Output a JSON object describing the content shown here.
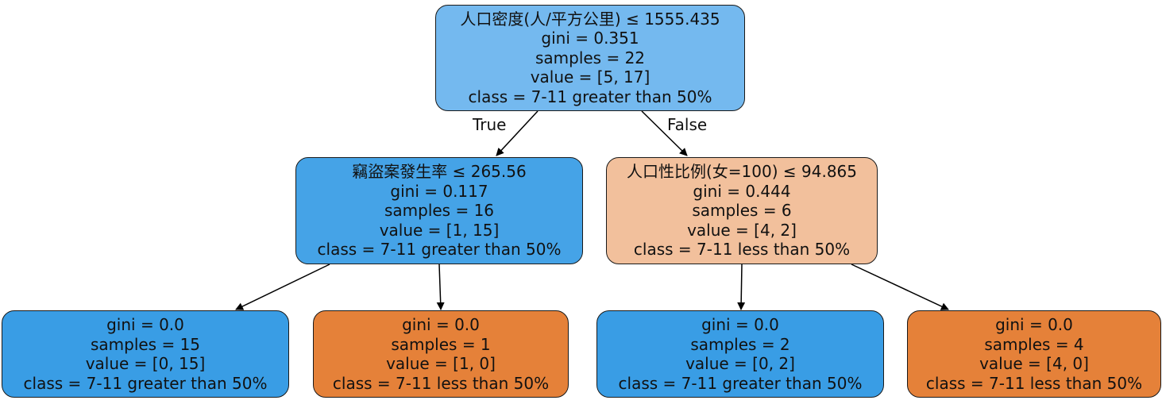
{
  "tree": {
    "root": {
      "lines": [
        "人口密度(人/平方公里) ≤ 1555.435",
        "gini = 0.351",
        "samples = 22",
        "value = [5, 17]",
        "class = 7-11 greater than 50%"
      ],
      "fill": "#74b9ef"
    },
    "edge_true_label": "True",
    "edge_false_label": "False",
    "left": {
      "lines": [
        "竊盜案發生率 ≤ 265.56",
        "gini = 0.117",
        "samples = 16",
        "value = [1, 15]",
        "class = 7-11 greater than 50%"
      ],
      "fill": "#45a3e7"
    },
    "right": {
      "lines": [
        "人口性比例(女=100) ≤ 94.865",
        "gini = 0.444",
        "samples = 6",
        "value = [4, 2]",
        "class = 7-11 less than 50%"
      ],
      "fill": "#f2c09c"
    },
    "leaf1": {
      "lines": [
        "gini = 0.0",
        "samples = 15",
        "value = [0, 15]",
        "class = 7-11 greater than 50%"
      ],
      "fill": "#399de5"
    },
    "leaf2": {
      "lines": [
        "gini = 0.0",
        "samples = 1",
        "value = [1, 0]",
        "class = 7-11 less than 50%"
      ],
      "fill": "#e58139"
    },
    "leaf3": {
      "lines": [
        "gini = 0.0",
        "samples = 2",
        "value = [0, 2]",
        "class = 7-11 greater than 50%"
      ],
      "fill": "#399de5"
    },
    "leaf4": {
      "lines": [
        "gini = 0.0",
        "samples = 4",
        "value = [4, 0]",
        "class = 7-11 less than 50%"
      ],
      "fill": "#e58139"
    }
  }
}
